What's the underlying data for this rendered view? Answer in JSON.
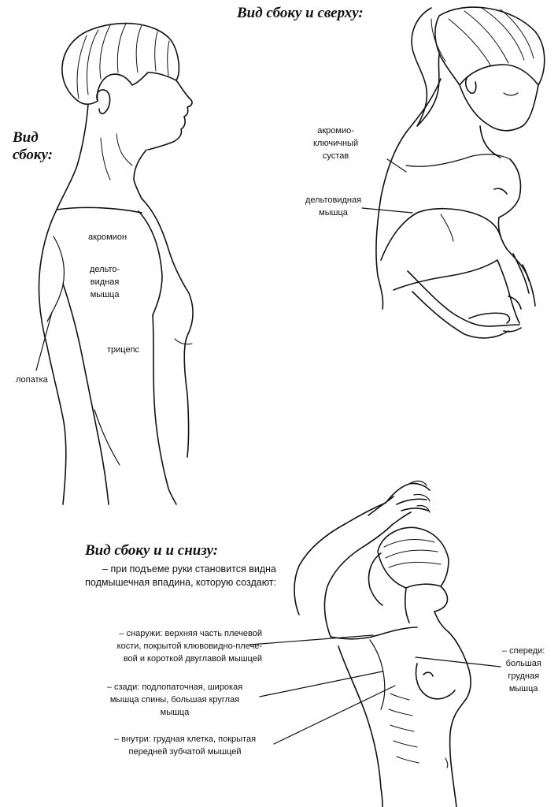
{
  "headings": {
    "side": [
      "Вид",
      "сбоку:"
    ],
    "side_top": "Вид сбоку и сверху:",
    "side_bottom": "Вид сбоку и и снизу:"
  },
  "intro_lines": [
    "– при подъеме руки становится видна",
    "подмышечная впадина, которую создают:"
  ],
  "figure1": {
    "labels": {
      "acromion": "акромион",
      "deltoid": [
        "дельто-",
        "видная",
        "мышца"
      ],
      "triceps": "трицепс",
      "scapula": "лопатка"
    }
  },
  "figure2": {
    "labels": {
      "ac_joint": [
        "акромио-",
        "ключичный",
        "сустав"
      ],
      "deltoid": [
        "дельтовидная",
        "мышца"
      ]
    }
  },
  "figure3": {
    "labels": {
      "outside": [
        "– снаружи: верхняя часть плечевой",
        "кости, покрытой клювовидно-плече-",
        "вой и короткой двуглавой мышцей"
      ],
      "behind": [
        "– сзади: подлопаточная, широкая",
        "мышца спины, большая круглая",
        "мышца"
      ],
      "inside": [
        "– внутри: грудная клетка, покрытая",
        "передней зубчатой мышцей"
      ],
      "front": [
        "– спереди:",
        "большая",
        "грудная",
        "мышца"
      ]
    }
  }
}
